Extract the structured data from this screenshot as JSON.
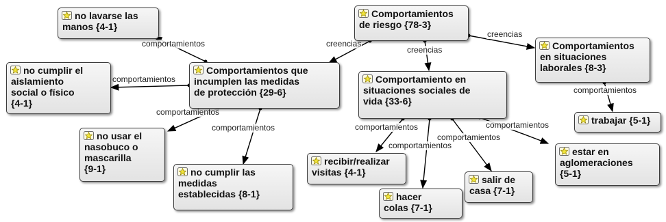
{
  "nodes": {
    "no_lavarse": "no lavarse las\nmanos {4-1}",
    "comp_riesgo": "Comportamientos\nde riesgo {78-3}",
    "comp_laborales": "Comportamientos\nen  situaciones\nlaborales {8-3}",
    "no_aislamiento": "no cumplir el\naislamiento\nsocial o físico\n{4-1}",
    "comp_incumplen": "Comportamientos que\nincumplen las medidas\nde protección {29-6}",
    "comp_sociales": "Comportamiento en\nsituaciones sociales de\nvida {33-6}",
    "trabajar": "trabajar {5-1}",
    "no_nasobuco": "no usar el\nnasobuco o\nmascarilla\n{9-1}",
    "no_medidas": "no cumplir las\nmedidas\nestablecidas {8-1}",
    "visitas": "recibir/realizar\nvisitas {4-1}",
    "colas": "hacer\ncolas {7-1}",
    "salir_casa": "salir de\ncasa {7-1}",
    "aglomeraciones": "estar en\naglomeraciones\n{5-1}"
  },
  "edge_labels": {
    "incumplen_lavarse": "comportamientos",
    "incumplen_aislamiento": "comportamientos",
    "incumplen_nasobuco": "comportamientos",
    "incumplen_medidas": "comportamientos",
    "riesgo_incumplen": "creencias",
    "riesgo_sociales": "creencias",
    "riesgo_laborales": "creencias",
    "laborales_trabajar": "comportamientos",
    "sociales_visitas": "comportamientos",
    "sociales_colas": "comportamientos",
    "sociales_salir": "comportamientos",
    "sociales_aglomeraciones": "comportamientos"
  },
  "colors": {
    "node_border": "#3c3c3c",
    "edge": "#000000",
    "icon_fill": "#f2e53a"
  },
  "icon_name": "quotation-star-icon"
}
